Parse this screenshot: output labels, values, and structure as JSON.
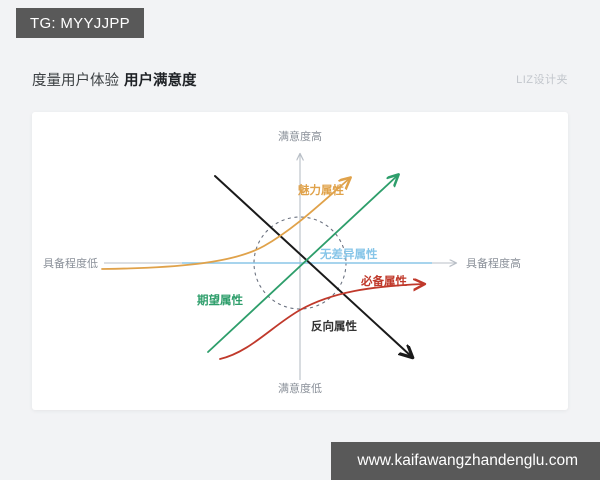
{
  "watermark": {
    "top_tag": "TG: MYYJJPP",
    "bottom_url": "www.kaifawangzhandenglu.com"
  },
  "header": {
    "title_light": "度量用户体验",
    "title_strong": "用户满意度",
    "brand": "LIZ设计夹"
  },
  "chart_data": {
    "type": "line",
    "title": "用户满意度",
    "subtitle": "度量用户体验",
    "xlabel": "具备程度",
    "ylabel": "满意度",
    "grid": false,
    "legend": "inline-annotations",
    "axes": {
      "y_top_label": "满意度高",
      "y_bottom_label": "满意度低",
      "x_left_label": "具备程度低",
      "x_right_label": "具备程度高",
      "origin": [
        300,
        263
      ],
      "xlim": [
        -1,
        1
      ],
      "ylim": [
        -1,
        1
      ]
    },
    "annotations": [
      {
        "name": "dashed-circle",
        "cx": 0,
        "cy": 0,
        "r": 0.38,
        "color": "#6b7280",
        "style": "dotted"
      }
    ],
    "series": [
      {
        "name": "魅力属性",
        "color": "#e0a24a",
        "label": "魅力属性",
        "kind": "curve",
        "description": "exponential rising curve from lower-left flat to upper-right",
        "points": [
          [
            -1.0,
            -0.06
          ],
          [
            -0.55,
            -0.02
          ],
          [
            -0.15,
            0.1
          ],
          [
            0.18,
            0.42
          ],
          [
            0.42,
            0.78
          ],
          [
            0.52,
            0.95
          ]
        ]
      },
      {
        "name": "期望属性",
        "color": "#2e9e6b",
        "label": "期望属性",
        "kind": "line",
        "description": "straight diagonal line through origin, lower-left to upper-right",
        "points": [
          [
            -0.62,
            -0.78
          ],
          [
            0.62,
            0.95
          ]
        ]
      },
      {
        "name": "必备属性",
        "color": "#c0392b",
        "label": "必备属性",
        "kind": "curve",
        "description": "logarithmic curve rising steeply then flattening",
        "points": [
          [
            -0.45,
            -0.82
          ],
          [
            -0.22,
            -0.52
          ],
          [
            0.05,
            -0.28
          ],
          [
            0.4,
            -0.16
          ],
          [
            0.78,
            -0.12
          ]
        ]
      },
      {
        "name": "无差异属性",
        "color": "#86c5e8",
        "label": "无差异属性",
        "kind": "line",
        "description": "flat horizontal line along the x-axis",
        "points": [
          [
            -1.0,
            0.0
          ],
          [
            1.0,
            0.0
          ]
        ]
      },
      {
        "name": "反向属性",
        "color": "#1a1a1a",
        "label": "反向属性",
        "kind": "line",
        "description": "straight descending diagonal from upper-left to lower-right",
        "points": [
          [
            -0.62,
            0.78
          ],
          [
            0.58,
            -0.78
          ]
        ]
      }
    ]
  },
  "chart_labels": {
    "y_top": "满意度高",
    "y_bottom": "满意度低",
    "x_left": "具备程度低",
    "x_right": "具备程度高",
    "attractive": "魅力属性",
    "one_dimensional": "期望属性",
    "must_be": "必备属性",
    "indifferent": "无差异属性",
    "reverse": "反向属性"
  },
  "colors": {
    "attractive": "#e0a24a",
    "one_dimensional": "#2e9e6b",
    "must_be": "#c0392b",
    "indifferent": "#86c5e8",
    "reverse": "#1a1a1a",
    "axis": "#b9bfc7",
    "page_bg": "#f2f3f5",
    "watermark_bg": "#595959"
  }
}
